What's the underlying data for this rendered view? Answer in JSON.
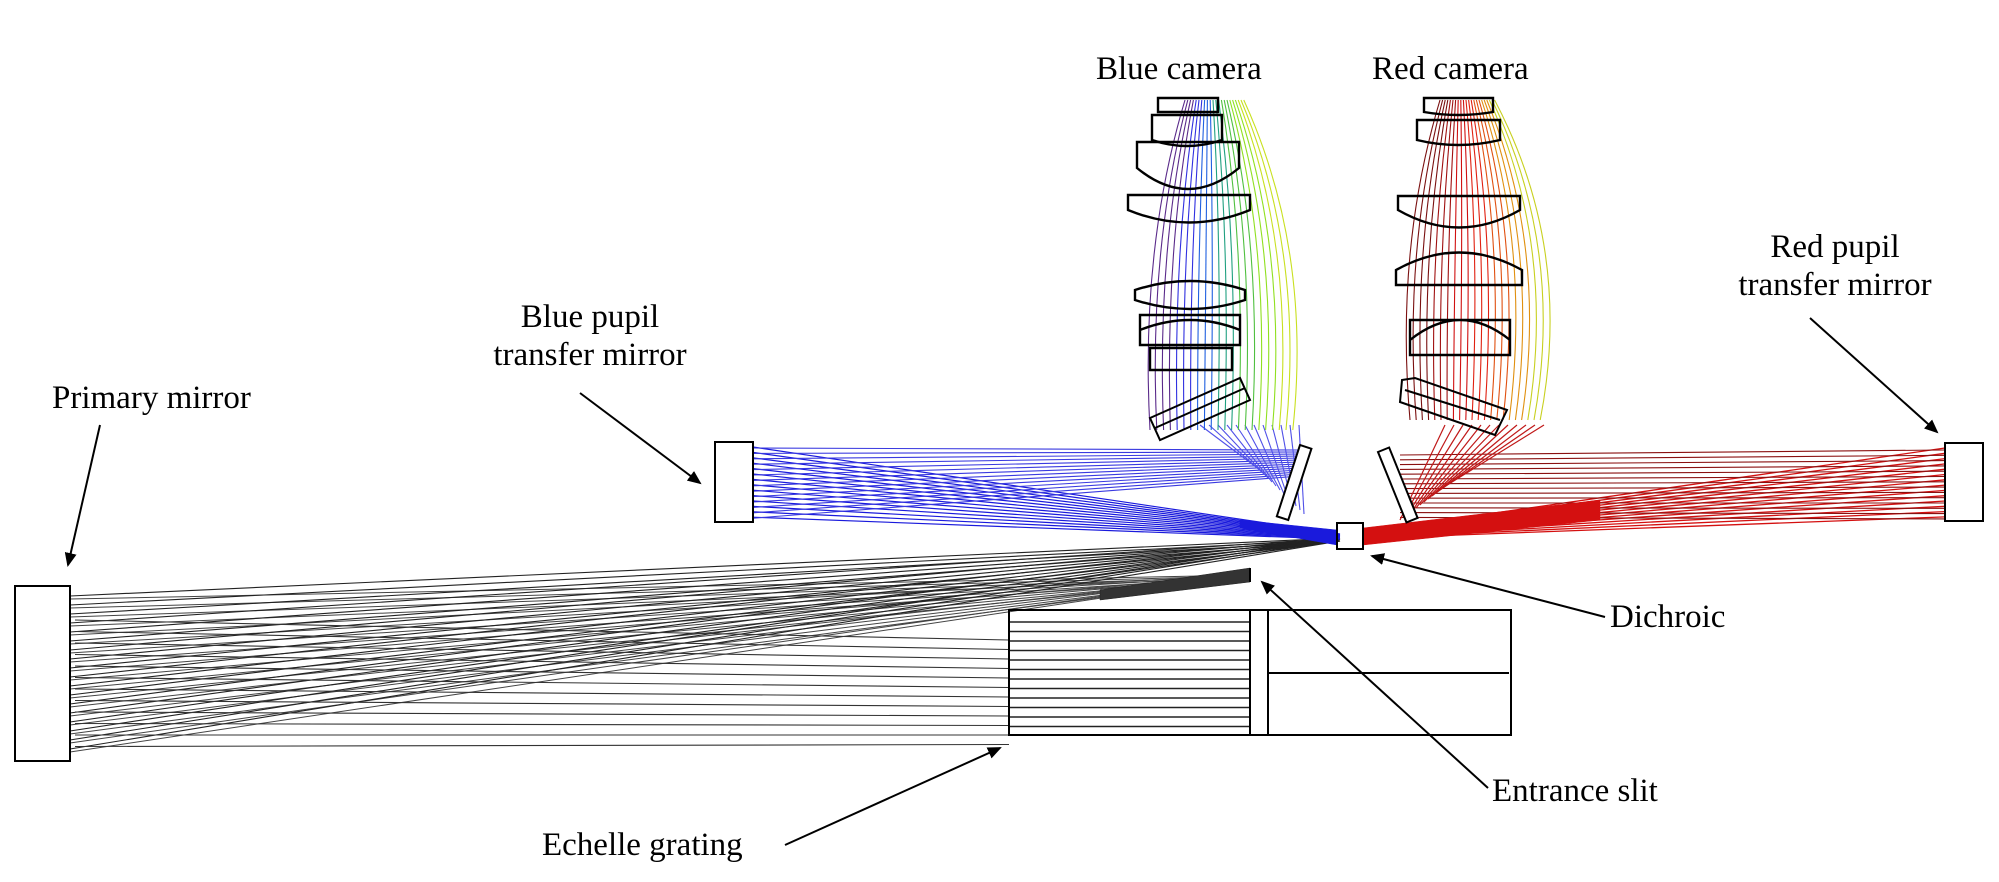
{
  "diagram": {
    "title": "Spectrograph optical layout",
    "labels": {
      "blue_camera": "Blue camera",
      "red_camera": "Red camera",
      "blue_pupil_line1": "Blue pupil",
      "blue_pupil_line2": "transfer mirror",
      "red_pupil_line1": "Red pupil",
      "red_pupil_line2": "transfer mirror",
      "primary_mirror": "Primary mirror",
      "dichroic": "Dichroic",
      "entrance_slit": "Entrance slit",
      "echelle_grating": "Echelle grating"
    },
    "colors": {
      "blue_beam": "#1a1adc",
      "red_beam": "#d41010",
      "dark_red_beam": "#8a1010",
      "black_beam": "#222222",
      "outline": "#000000",
      "green_beam": "#7fd41a",
      "yellow_beam": "#e8d020",
      "violet_beam": "#5a2a8a"
    }
  }
}
